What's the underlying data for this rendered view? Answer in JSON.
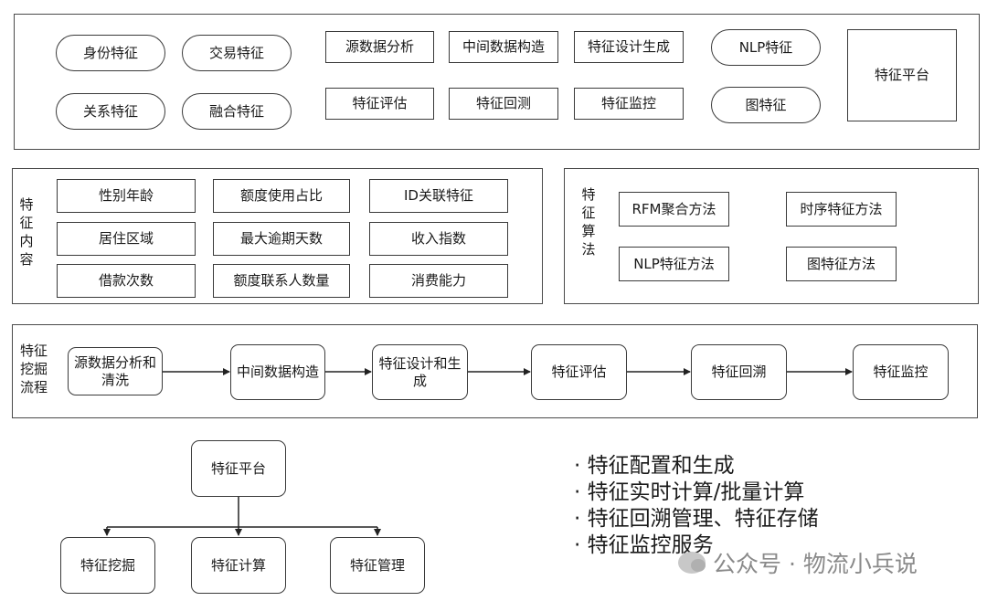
{
  "top": {
    "pills": [
      "身份特征",
      "交易特征",
      "关系特征",
      "融合特征",
      "NLP特征",
      "图特征"
    ],
    "steps": [
      "源数据分析",
      "中间数据构造",
      "特征设计生成",
      "特征评估",
      "特征回测",
      "特征监控"
    ],
    "platform": "特征平台"
  },
  "content": {
    "label": "特征内容",
    "items": [
      "性别年龄",
      "额度使用占比",
      "ID关联特征",
      "居住区域",
      "最大逾期天数",
      "收入指数",
      "借款次数",
      "额度联系人数量",
      "消费能力"
    ]
  },
  "algorithms": {
    "label": "特征算法",
    "items": [
      "RFM聚合方法",
      "时序特征方法",
      "NLP特征方法",
      "图特征方法"
    ]
  },
  "process": {
    "label": "特征挖掘流程",
    "steps": [
      "源数据分析和清洗",
      "中间数据构造",
      "特征设计和生成",
      "特征评估",
      "特征回溯",
      "特征监控"
    ]
  },
  "tree": {
    "root": "特征平台",
    "children": [
      "特征挖掘",
      "特征计算",
      "特征管理"
    ]
  },
  "bullets": [
    "· 特征配置和生成",
    "· 特征实时计算/批量计算",
    "· 特征回溯管理、特征存储",
    "· 特征监控服务"
  ],
  "watermark": {
    "text": "公众号 · 物流小兵说",
    "icon": "wechat-icon"
  }
}
